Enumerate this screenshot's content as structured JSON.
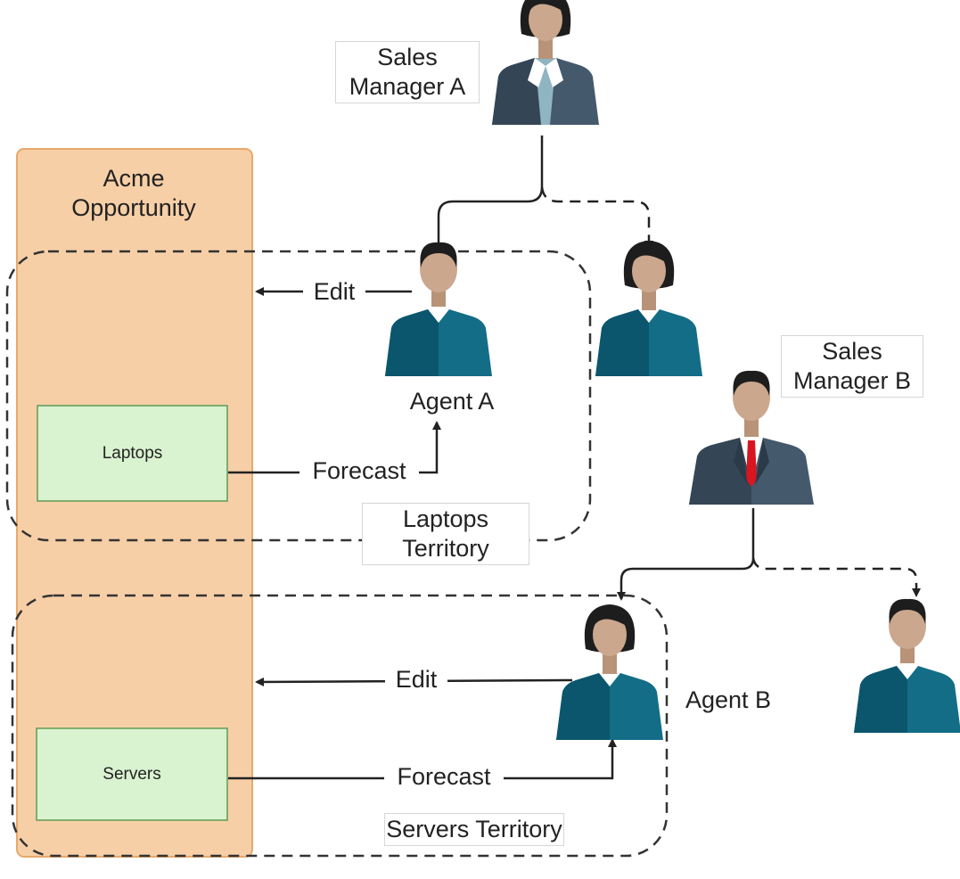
{
  "opportunity": {
    "title": "Acme Opportunity"
  },
  "products": {
    "laptops": "Laptops",
    "servers": "Servers"
  },
  "territories": {
    "laptops": {
      "label": "Laptops Territory"
    },
    "servers": {
      "label": "Servers Territory"
    }
  },
  "people": {
    "sales_manager_a": "Sales Manager A",
    "sales_manager_b": "Sales Manager B",
    "agent_a": "Agent A",
    "agent_b": "Agent B"
  },
  "actions": {
    "edit": "Edit",
    "forecast": "Forecast"
  },
  "colors": {
    "opportunity_fill": "#f7cfa7",
    "opportunity_border": "#e7a96b",
    "product_fill": "#d9f2d0",
    "product_border": "#5f9b53",
    "agent_shirt": "#136d86",
    "manager_suit": "#45596d",
    "skin": "#caa78d",
    "hair": "#1d1d1d",
    "tie": "#d9151f"
  },
  "icons": [
    "woman-manager-icon",
    "man-manager-icon",
    "male-agent-icon",
    "female-agent-icon"
  ]
}
